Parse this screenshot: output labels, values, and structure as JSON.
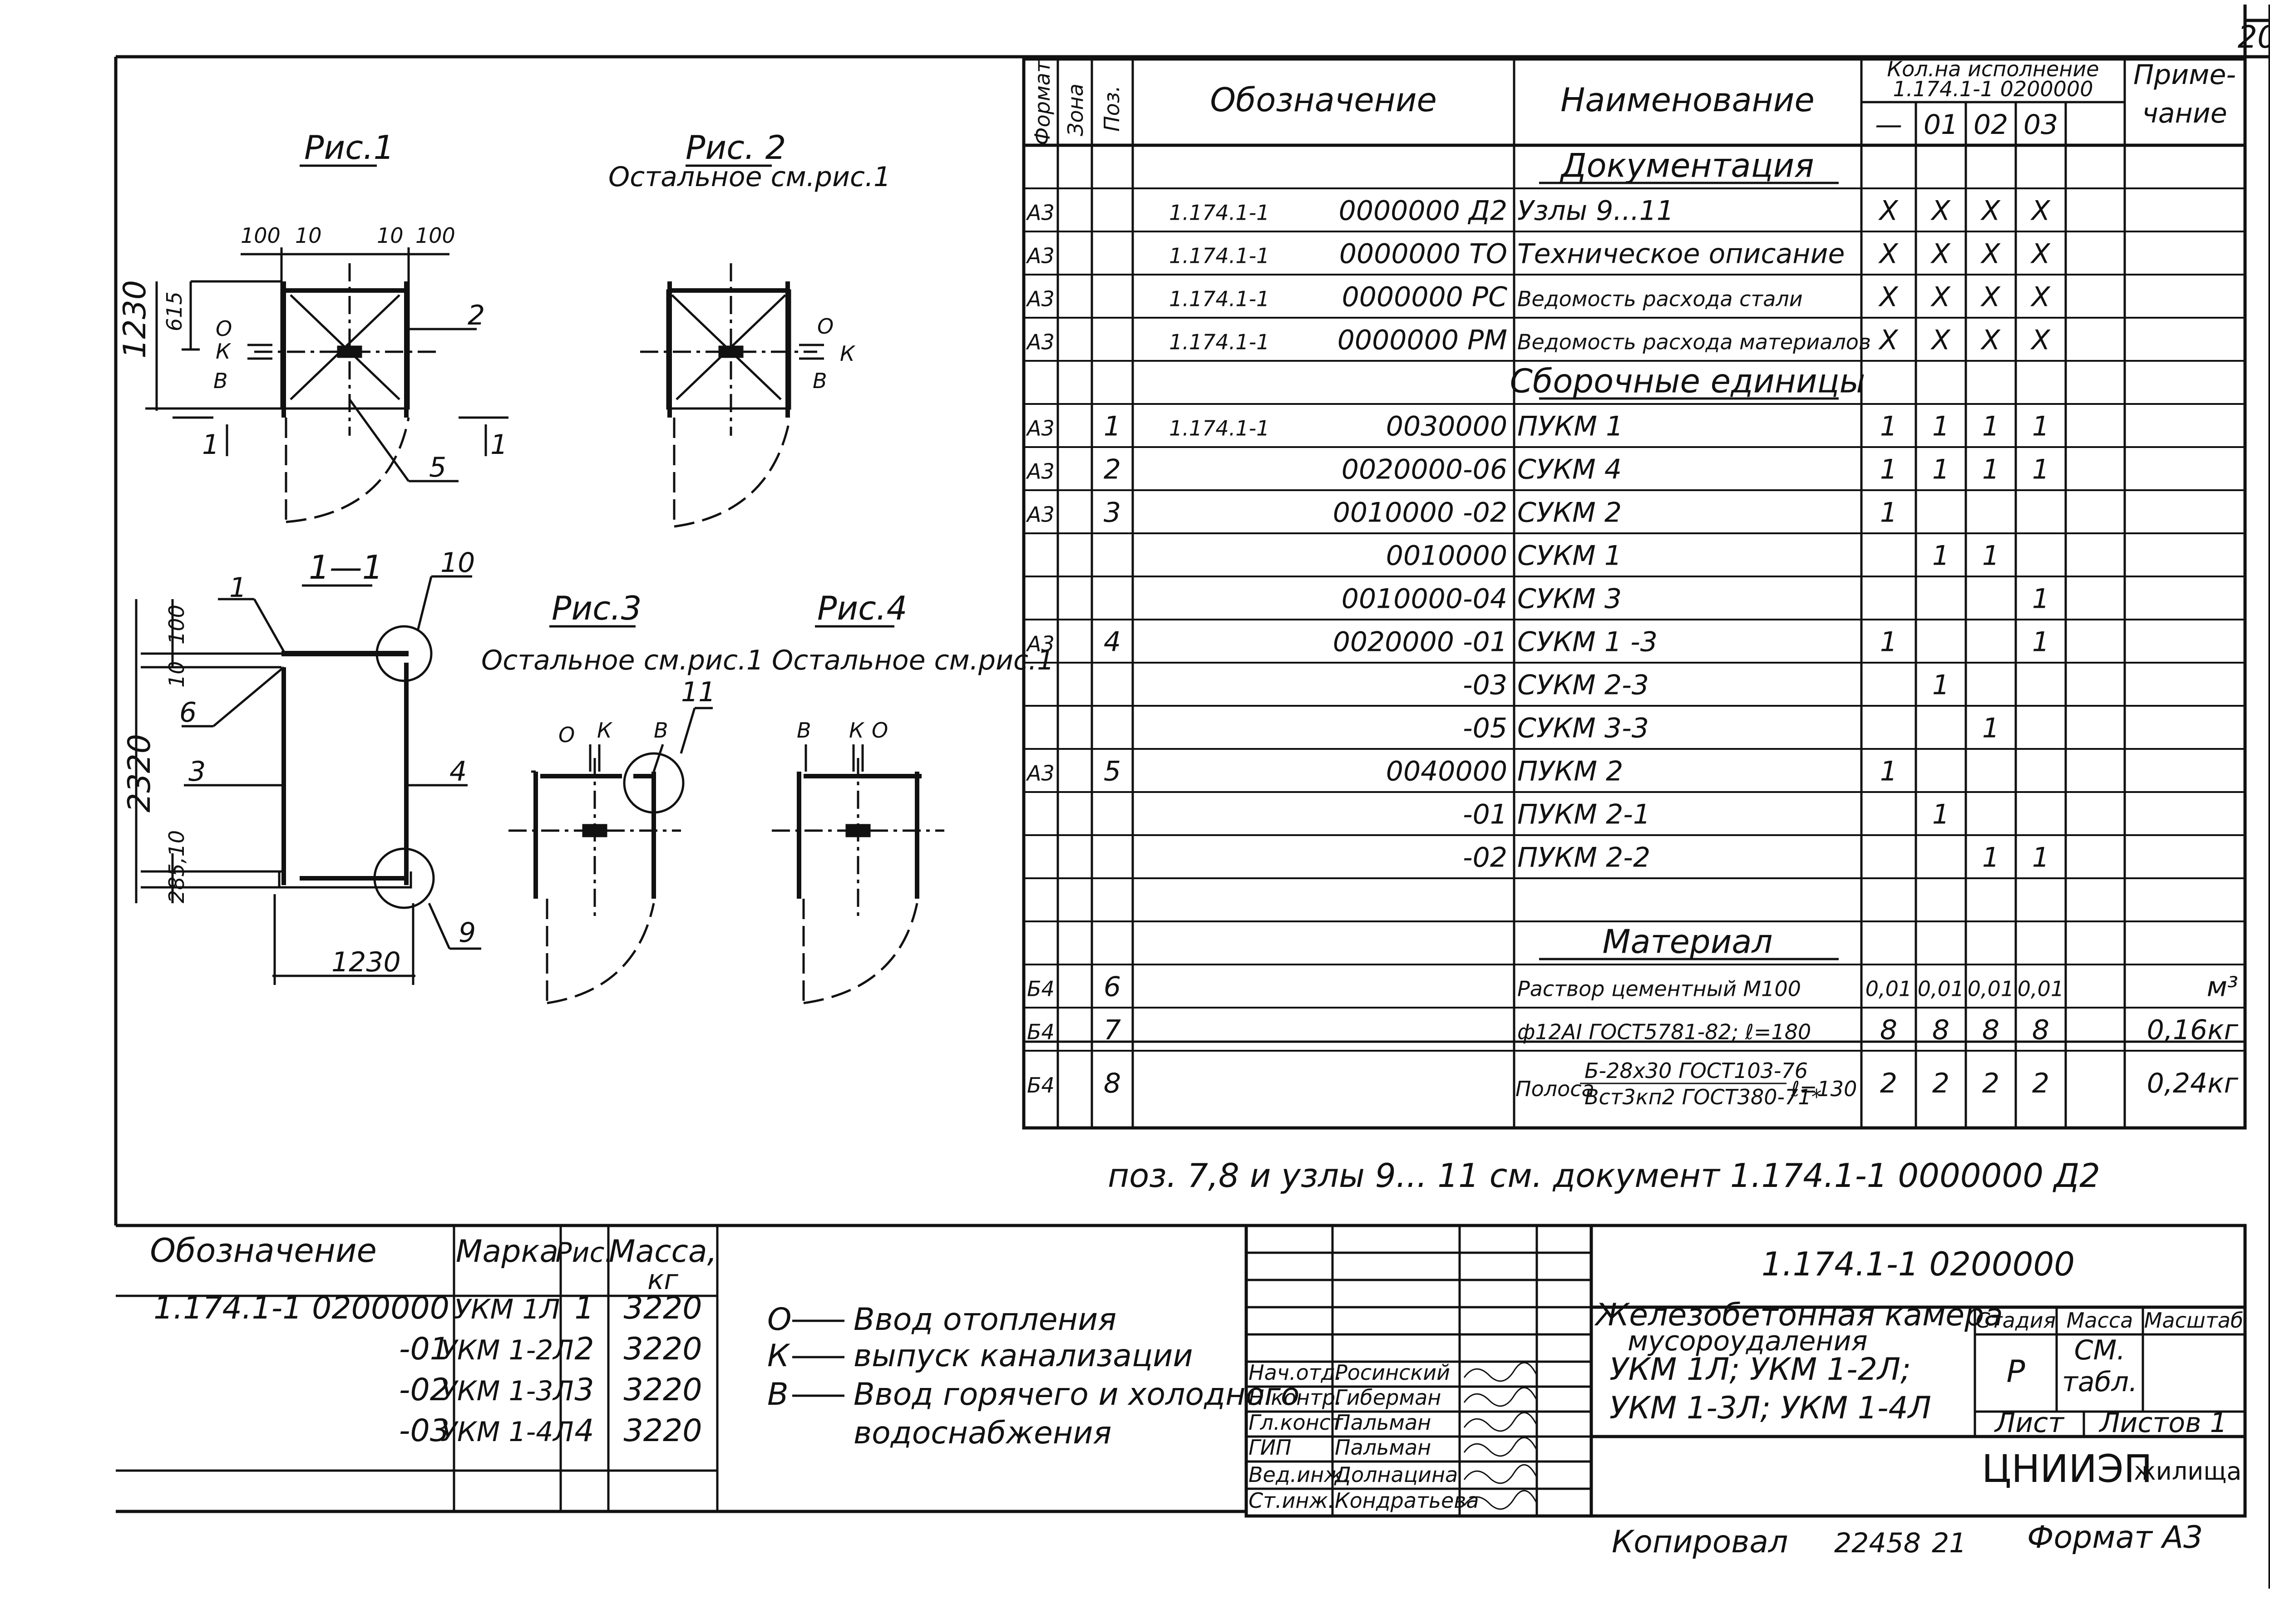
{
  "sheet_number": "20",
  "figures": {
    "fig1": {
      "title": "Рис.1",
      "dims": [
        "100",
        "10",
        "10",
        "100",
        "615",
        "1230"
      ],
      "labels": [
        "О",
        "К",
        "В",
        "2",
        "5",
        "1",
        "1"
      ]
    },
    "fig2": {
      "title": "Рис. 2",
      "subtitle": "Остальное см.рис.1",
      "labels": [
        "О",
        "К",
        "В"
      ]
    },
    "section": {
      "title": "1—1",
      "dims": [
        "100",
        "10",
        "2320",
        "285,10",
        "1230"
      ],
      "labels": [
        "1",
        "10",
        "6",
        "3",
        "4",
        "9"
      ]
    },
    "fig3": {
      "title": "Рис.3",
      "subtitle": "Остальное см.рис.1",
      "labels": [
        "О",
        "К",
        "В",
        "11"
      ]
    },
    "fig4": {
      "title": "Рис.4",
      "subtitle": "Остальное см.рис.1",
      "labels": [
        "В",
        "К",
        "О"
      ]
    }
  },
  "spec": {
    "headers": {
      "format": "Формат",
      "zone": "Зона",
      "pos": "Поз.",
      "designation": "Обозначение",
      "name": "Наименование",
      "qty_group": "Кол.на исполнение",
      "qty_doc": "1.174.1-1  0200000",
      "qty_cols": [
        "—",
        "01",
        "02",
        "03"
      ],
      "note_top": "Приме-",
      "note_bottom": "чание"
    },
    "rows": [
      {
        "format": "",
        "pos": "",
        "des_a": "",
        "des_b": "",
        "name": "Документация",
        "q": [
          "",
          "",
          "",
          ""
        ],
        "note": "",
        "section": true
      },
      {
        "format": "А3",
        "pos": "",
        "des_a": "1.174.1-1",
        "des_b": "0000000 Д2",
        "name": "Узлы 9...11",
        "q": [
          "X",
          "X",
          "X",
          "X"
        ],
        "note": ""
      },
      {
        "format": "А3",
        "pos": "",
        "des_a": "1.174.1-1",
        "des_b": "0000000 ТО",
        "name": "Техническое описание",
        "q": [
          "X",
          "X",
          "X",
          "X"
        ],
        "note": ""
      },
      {
        "format": "А3",
        "pos": "",
        "des_a": "1.174.1-1",
        "des_b": "0000000 РС",
        "name": "Ведомость расхода стали",
        "q": [
          "X",
          "X",
          "X",
          "X"
        ],
        "note": ""
      },
      {
        "format": "А3",
        "pos": "",
        "des_a": "1.174.1-1",
        "des_b": "0000000 РМ",
        "name": "Ведомость расхода материалов",
        "q": [
          "X",
          "X",
          "X",
          "X"
        ],
        "note": ""
      },
      {
        "format": "",
        "pos": "",
        "des_a": "",
        "des_b": "",
        "name": "Сборочные единицы",
        "q": [
          "",
          "",
          "",
          ""
        ],
        "note": "",
        "section": true
      },
      {
        "format": "А3",
        "pos": "1",
        "des_a": "1.174.1-1",
        "des_b": "0030000",
        "name": "ПУКМ 1",
        "q": [
          "1",
          "1",
          "1",
          "1"
        ],
        "note": ""
      },
      {
        "format": "А3",
        "pos": "2",
        "des_a": "",
        "des_b": "0020000-06",
        "name": "СУКМ 4",
        "q": [
          "1",
          "1",
          "1",
          "1"
        ],
        "note": ""
      },
      {
        "format": "А3",
        "pos": "3",
        "des_a": "",
        "des_b": "0010000 -02",
        "name": "СУКМ 2",
        "q": [
          "1",
          "",
          "",
          ""
        ],
        "note": ""
      },
      {
        "format": "",
        "pos": "",
        "des_a": "",
        "des_b": "0010000",
        "name": "СУКМ 1",
        "q": [
          "",
          "1",
          "1",
          ""
        ],
        "note": ""
      },
      {
        "format": "",
        "pos": "",
        "des_a": "",
        "des_b": "0010000-04",
        "name": "СУКМ 3",
        "q": [
          "",
          "",
          "",
          "1"
        ],
        "note": ""
      },
      {
        "format": "А3",
        "pos": "4",
        "des_a": "",
        "des_b": "0020000 -01",
        "name": "СУКМ 1 -3",
        "q": [
          "1",
          "",
          "",
          "1"
        ],
        "note": ""
      },
      {
        "format": "",
        "pos": "",
        "des_a": "",
        "des_b": "-03",
        "name": "СУКМ 2-3",
        "q": [
          "",
          "1",
          "",
          ""
        ],
        "note": ""
      },
      {
        "format": "",
        "pos": "",
        "des_a": "",
        "des_b": "-05",
        "name": "СУКМ 3-3",
        "q": [
          "",
          "",
          "1",
          ""
        ],
        "note": ""
      },
      {
        "format": "А3",
        "pos": "5",
        "des_a": "",
        "des_b": "0040000",
        "name": "ПУКМ 2",
        "q": [
          "1",
          "",
          "",
          ""
        ],
        "note": ""
      },
      {
        "format": "",
        "pos": "",
        "des_a": "",
        "des_b": "-01",
        "name": "ПУКМ 2-1",
        "q": [
          "",
          "1",
          "",
          ""
        ],
        "note": ""
      },
      {
        "format": "",
        "pos": "",
        "des_a": "",
        "des_b": "-02",
        "name": "ПУКМ 2-2",
        "q": [
          "",
          "",
          "1",
          "1"
        ],
        "note": ""
      },
      {
        "format": "",
        "pos": "",
        "des_a": "",
        "des_b": "",
        "name": "",
        "q": [
          "",
          "",
          "",
          ""
        ],
        "note": ""
      },
      {
        "format": "",
        "pos": "",
        "des_a": "",
        "des_b": "",
        "name": "Материал",
        "q": [
          "",
          "",
          "",
          ""
        ],
        "note": "",
        "section": true
      },
      {
        "format": "Б4",
        "pos": "6",
        "des_a": "",
        "des_b": "",
        "name": "Раствор цементный М100",
        "q": [
          "0,01",
          "0,01",
          "0,01",
          "0,01"
        ],
        "note": "м³"
      },
      {
        "format": "Б4",
        "pos": "7",
        "des_a": "",
        "des_b": "",
        "name": "ф12АI ГОСТ5781-82; ℓ=180",
        "q": [
          "8",
          "8",
          "8",
          "8"
        ],
        "note": "0,16кг"
      },
      {
        "format": "Б4",
        "pos": "8",
        "des_a": "",
        "des_b": "",
        "name": "Полоса Б-28х30 ГОСТ103-76 / Вст3кп2 ГОСТ380-71* ℓ=130",
        "name_prefix": "Полоса",
        "name_top": "Б-28х30 ГОСТ103-76",
        "name_bottom": "Вст3кп2 ГОСТ380-71*",
        "name_suffix": "ℓ=130",
        "q": [
          "2",
          "2",
          "2",
          "2"
        ],
        "note": "0,24кг"
      }
    ]
  },
  "spec_note": "поз. 7,8 и узлы  9... 11  см. документ 1.174.1-1  0000000 Д2",
  "variants": {
    "headers": {
      "designation": "Обозначение",
      "mark": "Марка",
      "fig": "Рис.",
      "mass": "Масса,",
      "mass_unit": "кг"
    },
    "rows": [
      {
        "designation": "1.174.1-1  0200000",
        "mark": "УКМ 1Л",
        "fig": "1",
        "mass": "3220"
      },
      {
        "designation": "-01",
        "mark": "УКМ 1-2Л",
        "fig": "2",
        "mass": "3220"
      },
      {
        "designation": "-02",
        "mark": "УКМ 1-3Л",
        "fig": "3",
        "mass": "3220"
      },
      {
        "designation": "-03",
        "mark": "УКМ 1-4Л",
        "fig": "4",
        "mass": "3220"
      }
    ]
  },
  "legend": [
    {
      "key": "О",
      "text": "Ввод отопления"
    },
    {
      "key": "К",
      "text": "выпуск канализации"
    },
    {
      "key": "В",
      "text": "Ввод горячего и холодного"
    },
    {
      "key": "",
      "text": "водоснабжения"
    }
  ],
  "title_block": {
    "doc_code": "1.174.1-1  0200000",
    "title_lines": [
      "Железобетонная камера",
      "мусороудаления",
      "УКМ 1Л;  УКМ 1-2Л;",
      "УКМ 1-3Л;  УКМ 1-4Л"
    ],
    "stage_label": "Стадия",
    "mass_label": "Масса",
    "scale_label": "Масштаб",
    "stage": "Р",
    "mass_value_1": "СМ.",
    "mass_value_2": "табл.",
    "sheet_label": "Лист",
    "sheets_label": "Листов 1",
    "org_main": "ЦНИИЭП",
    "org_sub": "жилища",
    "signatures": [
      {
        "role": "Нач.отд.",
        "name": "Росинский"
      },
      {
        "role": "Н.контр.",
        "name": "Гиберман"
      },
      {
        "role": "Гл.конст.",
        "name": "Пальман"
      },
      {
        "role": "ГИП",
        "name": "Пальман"
      },
      {
        "role": "Вед.инж.",
        "name": "Долнацина"
      },
      {
        "role": "Ст.инж.",
        "name": "Кондратьева"
      }
    ]
  },
  "footer": {
    "copied": "Копировал",
    "number": "22458",
    "page": "21",
    "format": "Формат А3"
  }
}
